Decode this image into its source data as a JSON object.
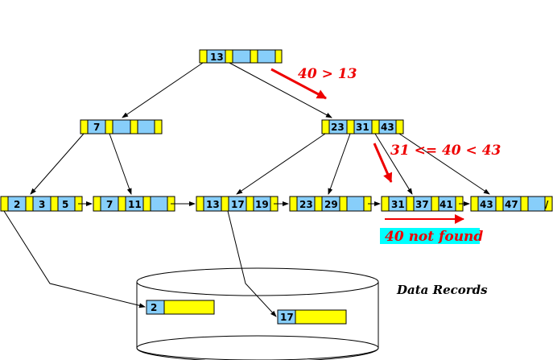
{
  "colors": {
    "pointer_cell": "#ffff00",
    "key_cell": "#87cefa",
    "annotation": "#ee0000",
    "highlight": "#00ffff"
  },
  "tree": {
    "root": {
      "keys": [
        "13",
        "",
        ""
      ]
    },
    "internal_left": {
      "keys": [
        "7",
        "",
        ""
      ]
    },
    "internal_right": {
      "keys": [
        "23",
        "31",
        "43"
      ]
    },
    "leaves": [
      {
        "keys": [
          "2",
          "3",
          "5"
        ]
      },
      {
        "keys": [
          "7",
          "11",
          ""
        ]
      },
      {
        "keys": [
          "13",
          "17",
          "19"
        ]
      },
      {
        "keys": [
          "23",
          "29",
          ""
        ]
      },
      {
        "keys": [
          "31",
          "37",
          "41"
        ]
      },
      {
        "keys": [
          "43",
          "47",
          ""
        ]
      }
    ],
    "last_leaf_null_marker": "/"
  },
  "annotations": {
    "step1": "40 > 13",
    "step2": "31 <= 40 < 43",
    "result": "40 not found"
  },
  "data_store": {
    "label": "Data Records",
    "records": [
      {
        "key": "2"
      },
      {
        "key": "17"
      }
    ]
  }
}
